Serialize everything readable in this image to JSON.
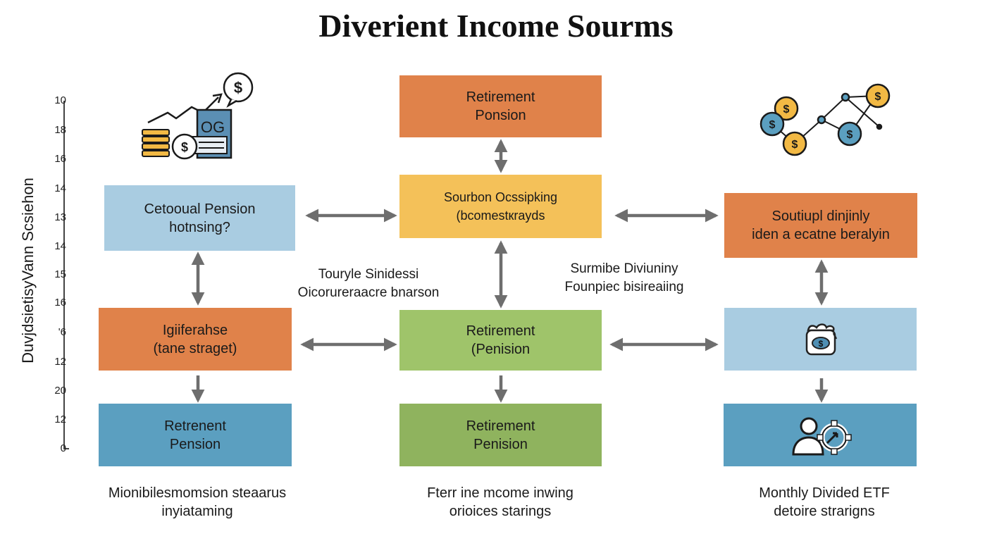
{
  "title": "Diverient Income Sourms",
  "axis": {
    "label": "DuvjdsietisyVann Scsiehon",
    "ticks": [
      "10",
      "18",
      "16",
      "14",
      "13",
      "14",
      "15",
      "16",
      "'6",
      "12",
      "20",
      "12",
      "0"
    ]
  },
  "boxes": {
    "top_center": {
      "l1": "Retirement",
      "l2": "Ponsion"
    },
    "mid_center": {
      "l1": "Sourbon Ocssipking",
      "l2": "(bcomestкrayds"
    },
    "left_upper": {
      "l1": "Cetooual Pension",
      "l2": "hotnsing?"
    },
    "right_upper": {
      "l1": "Soutiupl dinjinly",
      "l2": "iden a ecatne beralyin"
    },
    "left_mid": {
      "l1": "Igiiferahse",
      "l2": "(tane straget)"
    },
    "center_mid": {
      "l1": "Retirement",
      "l2": "(Penision"
    },
    "left_bottom": {
      "l1": "Retrenent",
      "l2": "Pension"
    },
    "center_bottom": {
      "l1": "Retirement",
      "l2": "Penision"
    }
  },
  "floating_labels": {
    "left": {
      "l1": "Touryle Sinidessi",
      "l2": "Oicorureraacre bnarson"
    },
    "right": {
      "l1": "Surmibe Diviuniny",
      "l2": "Founpiec bisireaiing"
    }
  },
  "captions": {
    "left": {
      "l1": "Mionibilesmomsion steaarus",
      "l2": "inyiataming"
    },
    "center": {
      "l1": "Fterr ine mcome inwing",
      "l2": "orioices starings"
    },
    "right": {
      "l1": "Monthly Divided ETF",
      "l2": "detoire strarigns"
    }
  },
  "icon_text": {
    "speech_dollar": "$",
    "coin": "$",
    "og": "OG"
  },
  "colors": {
    "orange": "#e0824a",
    "yellow": "#f4c159",
    "lightblue": "#a9cce1",
    "green": "#9fc46a",
    "blue": "#5b9fc0",
    "arrow": "#6e6e6e"
  },
  "icons": [
    "finance-chart-icon",
    "dollar-network-icon",
    "money-bag-icon",
    "person-gear-icon"
  ]
}
